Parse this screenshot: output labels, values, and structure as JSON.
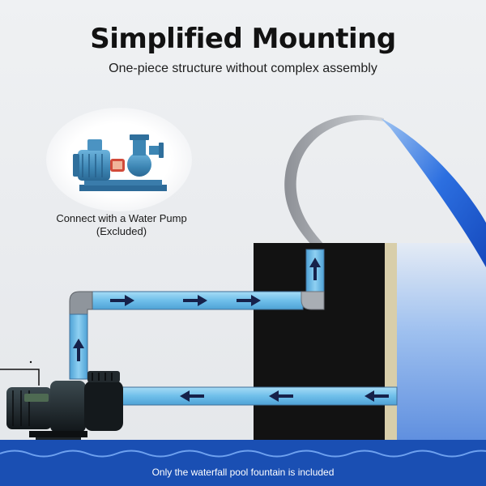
{
  "header": {
    "title": "Simplified Mounting",
    "subtitle": "One-piece structure without complex assembly"
  },
  "pump_callout": {
    "line1": "Connect with a Water Pump",
    "line2": "(Excluded)"
  },
  "footer": {
    "note": "Only the waterfall pool fountain is included"
  },
  "colors": {
    "pipe": "#7fc6ec",
    "pipe_outline": "#3f6f98",
    "arrow": "#16214a",
    "wall": "#121212",
    "wall_edge": "#d8ceaa",
    "water": "#2a63c9",
    "footer_band": "#1a4fb3",
    "pump_body": "#3d86b4"
  }
}
